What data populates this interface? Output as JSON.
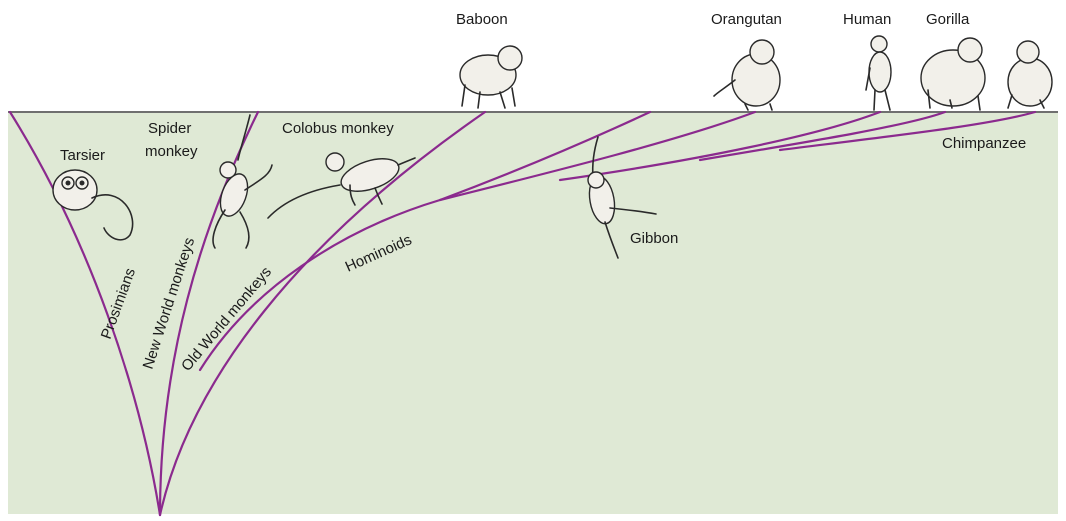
{
  "labels": {
    "tarsier": "Tarsier",
    "spider_line1": "Spider",
    "spider_line2": "monkey",
    "colobus": "Colobus monkey",
    "baboon": "Baboon",
    "orangutan": "Orangutan",
    "human": "Human",
    "gorilla": "Gorilla",
    "chimpanzee": "Chimpanzee",
    "gibbon": "Gibbon"
  },
  "groups": {
    "prosimians": "Prosimians",
    "new_world": "New World monkeys",
    "old_world": "Old World monkeys",
    "hominoids": "Hominoids"
  },
  "colors": {
    "background": "#dfe9d5",
    "branch": "#8b2a8e",
    "ground_line": "#6f6f6f",
    "animal_fill": "#f2f0ea"
  }
}
